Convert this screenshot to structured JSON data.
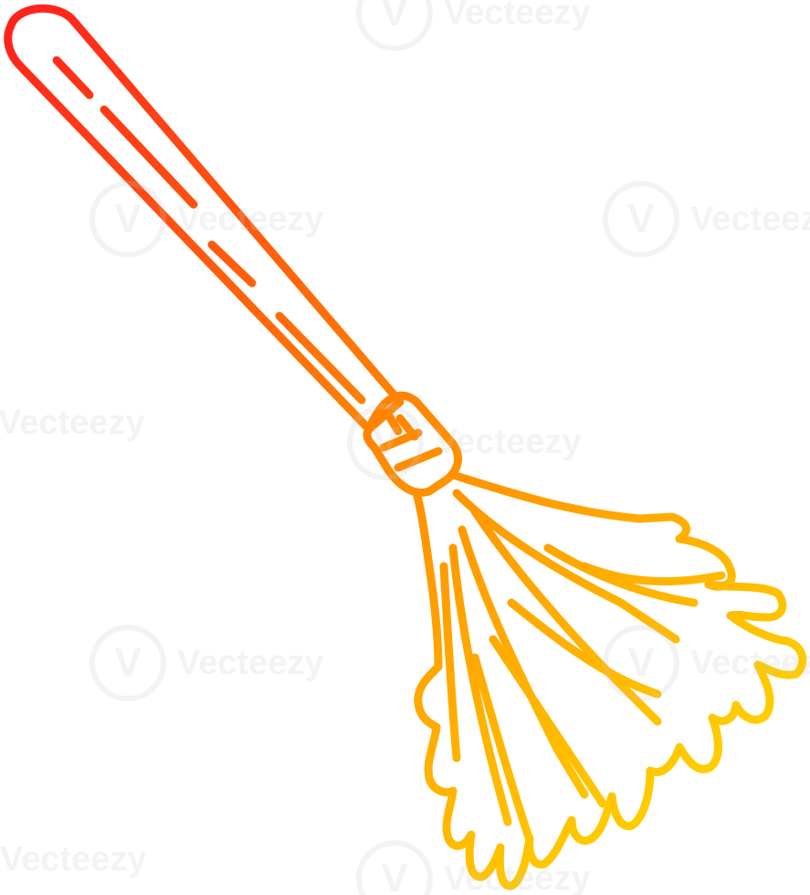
{
  "image": {
    "subject": "broom",
    "gradient": {
      "start": "#ff1e1e",
      "mid": "#ff8a00",
      "end": "#ffe600"
    },
    "background": "#ffffff"
  },
  "watermark": {
    "text": "Vecteezy",
    "logo_glyph": "V"
  }
}
